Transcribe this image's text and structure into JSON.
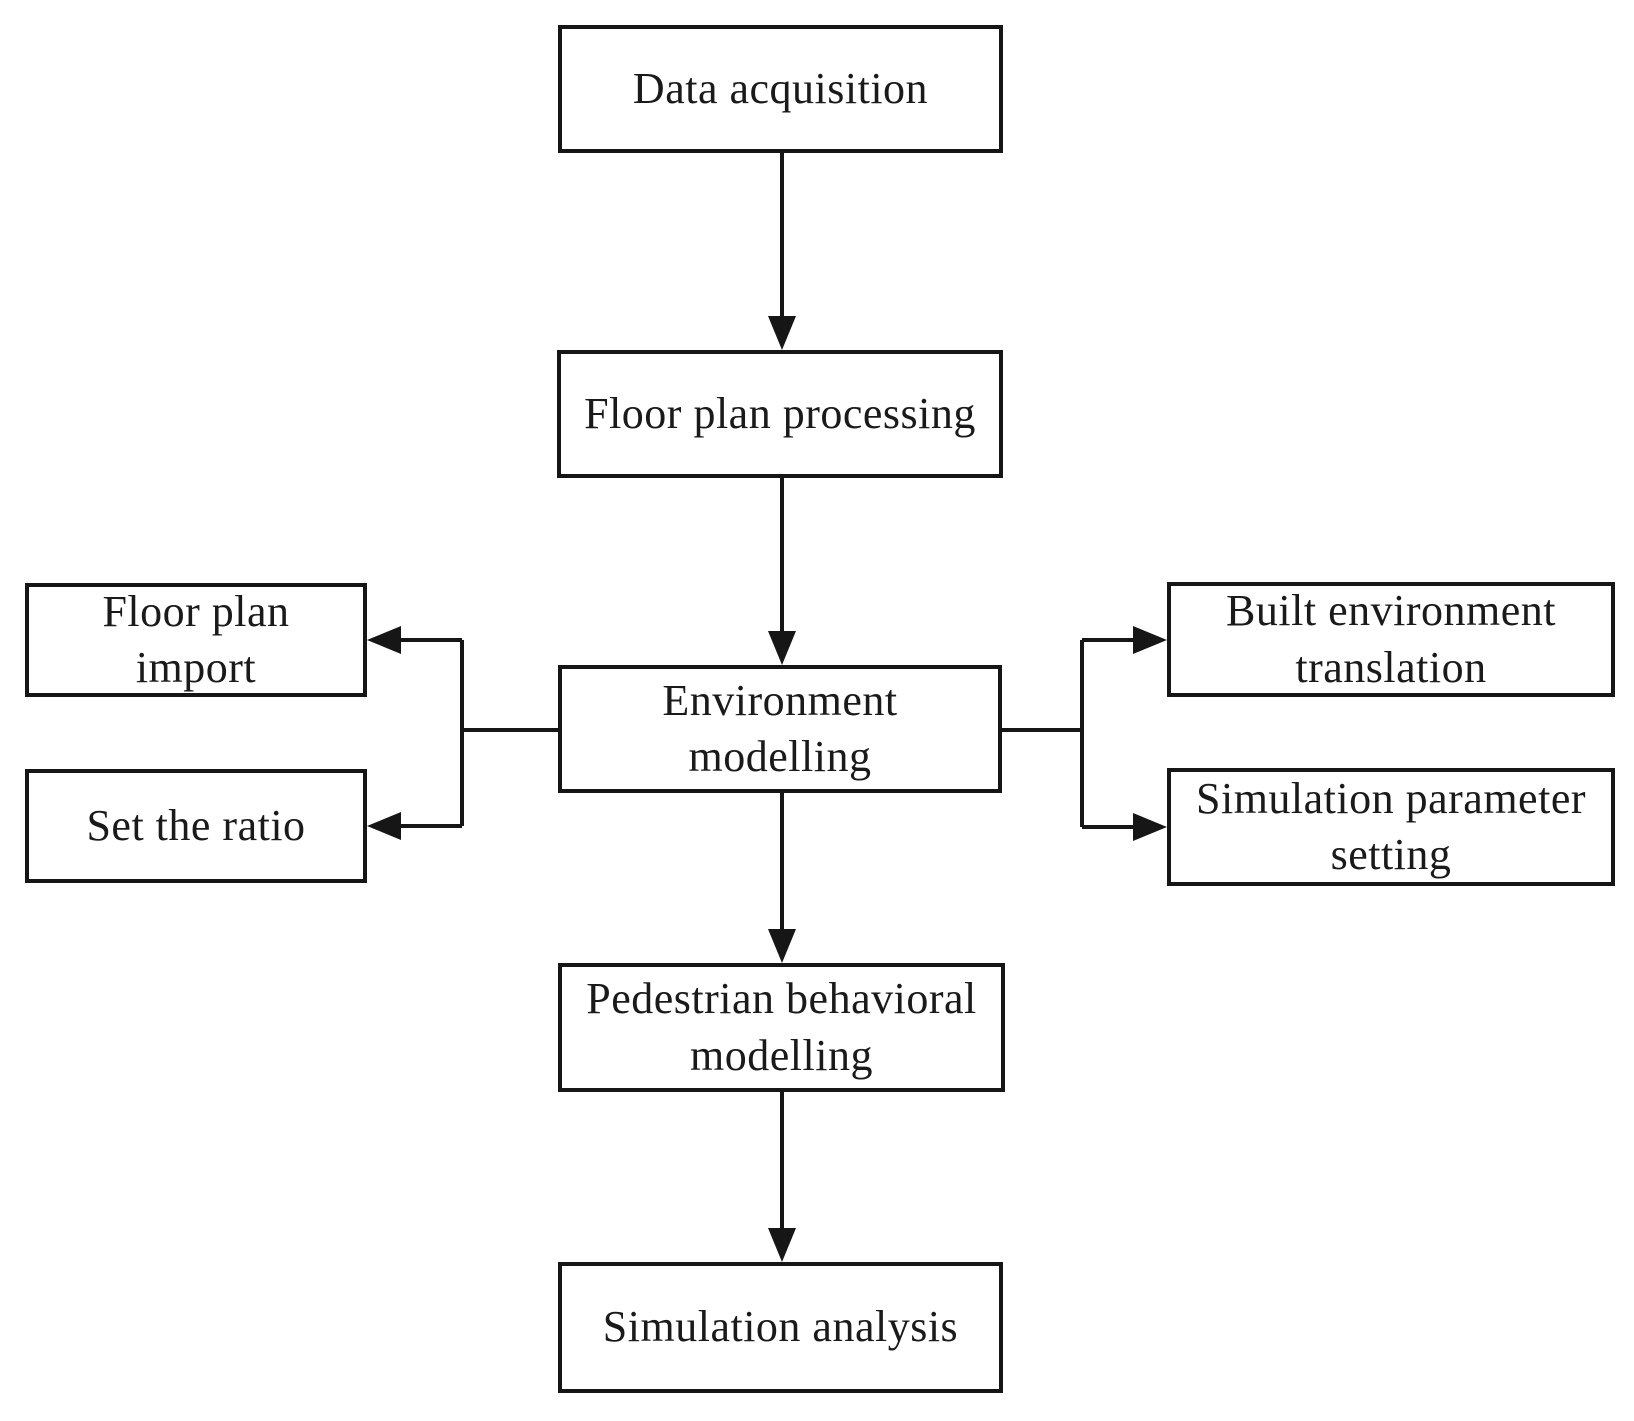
{
  "nodes": {
    "data_acquisition": {
      "label": "Data acquisition"
    },
    "floor_plan_processing": {
      "label": "Floor plan processing"
    },
    "environment_modelling": {
      "label": "Environment\nmodelling"
    },
    "floor_plan_import": {
      "label": "Floor plan\nimport"
    },
    "set_the_ratio": {
      "label": "Set the ratio"
    },
    "built_environment_translation": {
      "label": "Built environment\ntranslation"
    },
    "simulation_parameter_setting": {
      "label": "Simulation parameter\nsetting"
    },
    "pedestrian_behavioral_modelling": {
      "label": "Pedestrian behavioral\nmodelling"
    },
    "simulation_analysis": {
      "label": "Simulation analysis"
    }
  },
  "edges": [
    {
      "from": "Data acquisition",
      "to": "Floor plan processing"
    },
    {
      "from": "Floor plan processing",
      "to": "Environment modelling"
    },
    {
      "from": "Environment modelling",
      "to": "Floor plan import"
    },
    {
      "from": "Environment modelling",
      "to": "Set the ratio"
    },
    {
      "from": "Environment modelling",
      "to": "Built environment translation"
    },
    {
      "from": "Environment modelling",
      "to": "Simulation parameter setting"
    },
    {
      "from": "Environment modelling",
      "to": "Pedestrian behavioral modelling"
    },
    {
      "from": "Pedestrian behavioral modelling",
      "to": "Simulation analysis"
    }
  ],
  "colors": {
    "line": "#161616",
    "text": "#1a1a1a",
    "background": "#ffffff",
    "box_fill": "#ffffff"
  }
}
